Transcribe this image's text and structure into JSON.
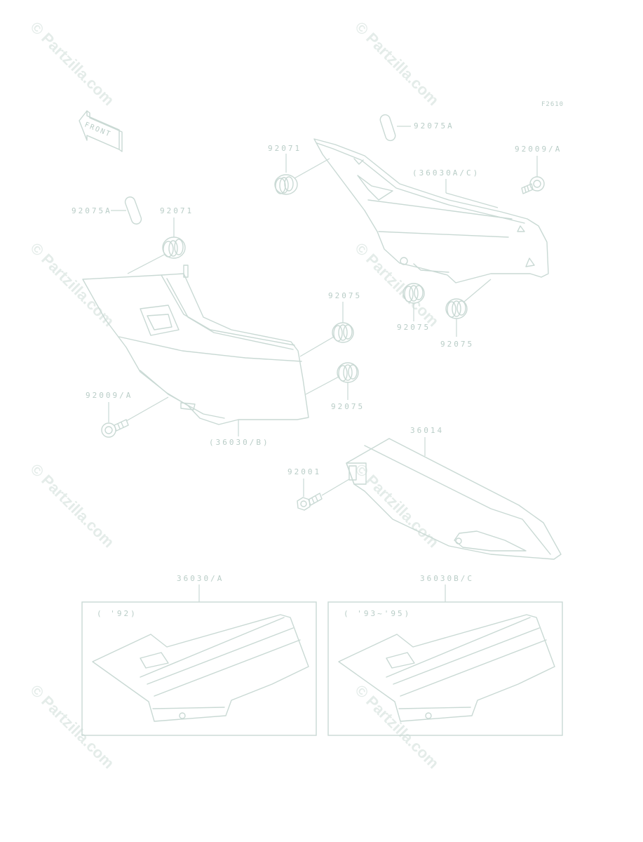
{
  "figure_code": "F2610",
  "front_label": "FRONT",
  "watermark": "© Partzilla.com",
  "colors": {
    "line": "#c9d9d4",
    "text": "#b9cdc7",
    "watermark": "#e4ece9"
  },
  "callouts": {
    "c92075a_top": "92075A",
    "c92071_right": "92071",
    "c92009a_right": "92009/A",
    "c36030ac": "(36030A/C)",
    "c92075_r1": "92075",
    "c92075_r2": "92075",
    "c92075a_left": "92075A",
    "c92071_left": "92071",
    "c92075_l1": "92075",
    "c92075_l2": "92075",
    "c92009a_left": "92009/A",
    "c36030b": "(36030/B)",
    "c36014": "36014",
    "c92001": "92001",
    "c36030a": "36030/A",
    "c36030bc": "36030B/C"
  },
  "insets": {
    "left_year": "( '92)",
    "right_year": "( '93~'95)"
  }
}
